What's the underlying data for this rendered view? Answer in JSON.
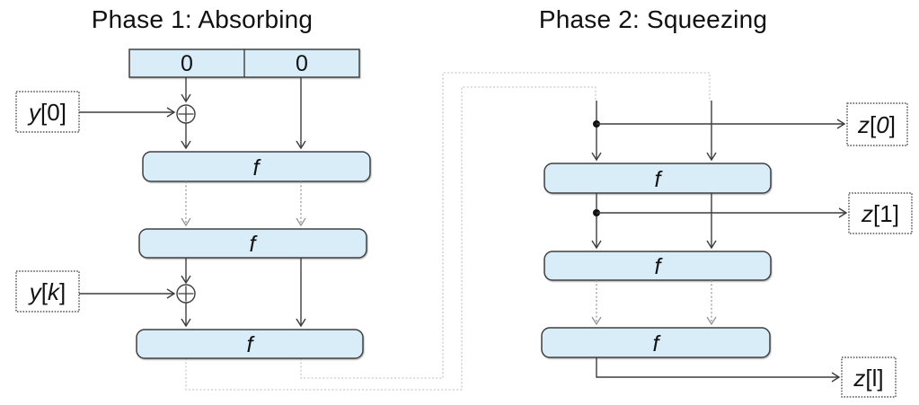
{
  "diagram": {
    "phase1": {
      "title": "Phase 1: Absorbing",
      "state_cells": [
        "0",
        "0"
      ],
      "f_label": "f",
      "inputs": [
        {
          "name": "y0",
          "parts": [
            {
              "text": "y",
              "italic": true
            },
            {
              "text": "[0]",
              "italic": false
            }
          ]
        },
        {
          "name": "yk",
          "parts": [
            {
              "text": "y",
              "italic": true
            },
            {
              "text": "[",
              "italic": false
            },
            {
              "text": "k",
              "italic": true
            },
            {
              "text": "]",
              "italic": false
            }
          ]
        }
      ]
    },
    "phase2": {
      "title": "Phase 2: Squeezing",
      "f_label": "f",
      "outputs": [
        {
          "name": "z0",
          "parts": [
            {
              "text": "z",
              "italic": true
            },
            {
              "text": "[",
              "italic": false
            },
            {
              "text": "0",
              "italic": true
            },
            {
              "text": "]",
              "italic": false
            }
          ]
        },
        {
          "name": "z1",
          "parts": [
            {
              "text": "z",
              "italic": true
            },
            {
              "text": "[1]",
              "italic": false
            }
          ]
        },
        {
          "name": "zl",
          "parts": [
            {
              "text": "z",
              "italic": true
            },
            {
              "text": "[l]",
              "italic": false
            }
          ]
        }
      ]
    },
    "icons": {
      "xor": "⊕"
    },
    "colors": {
      "box_fill": "#d9edf8",
      "box_border": "#3f3f3f",
      "arrow": "#3d3d3d",
      "skip_arrow": "#8f8f8f",
      "loop_line": "#c9c9c9",
      "text": "#111111"
    }
  }
}
